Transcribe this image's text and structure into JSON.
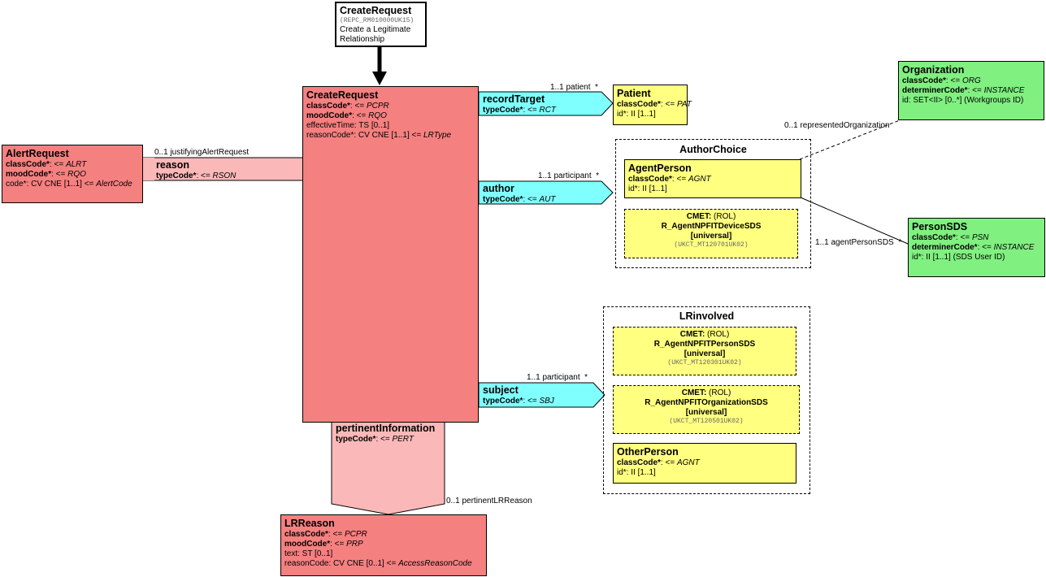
{
  "entry": {
    "title": "CreateRequest",
    "code": "(REPC_RM010000UK15)",
    "desc1": "Create a Legitimate",
    "desc2": "Relationship"
  },
  "create": {
    "title": "CreateRequest",
    "l1a": "classCode*",
    "l1b": ": <= ",
    "l1c": "PCPR",
    "l2a": "moodCode*",
    "l2b": ": <= ",
    "l2c": "RQO",
    "l3": "effectiveTime: TS [0..1]",
    "l4a": "reasonCode*: CV CNE [1..1] <= ",
    "l4b": "LRType"
  },
  "alert": {
    "title": "AlertRequest",
    "l1a": "classCode*",
    "l1b": ": <= ",
    "l1c": "ALRT",
    "l2a": "moodCode*",
    "l2b": ": <= ",
    "l2c": "RQO",
    "l3a": "code*: CV CNE [1..1] <= ",
    "l3b": "AlertCode"
  },
  "reason": {
    "title": "reason",
    "l1a": "typeCode*",
    "l1b": ": <= ",
    "l1c": "RSON",
    "assoc": "0..1 justifyingAlertRequest"
  },
  "recordTarget": {
    "title": "recordTarget",
    "l1a": "typeCode*",
    "l1b": ": <= ",
    "l1c": "RCT",
    "assoc": "1..1 patient",
    "star": "*"
  },
  "patient": {
    "title": "Patient",
    "l1a": "classCode*",
    "l1b": ": <= ",
    "l1c": "PAT",
    "l2": "id*: II [1..1]"
  },
  "author": {
    "title": "author",
    "l1a": "typeCode*",
    "l1b": ": <= ",
    "l1c": "AUT",
    "assoc": "1..1 participant",
    "star": "*"
  },
  "authorChoice": {
    "title": "AuthorChoice"
  },
  "agentPerson": {
    "title": "AgentPerson",
    "l1a": "classCode*",
    "l1b": ": <= ",
    "l1c": "AGNT",
    "l2": "id*: II [1..1]"
  },
  "cmetDevice": {
    "l1a": "CMET:",
    "l1b": " (ROL)",
    "l2": "R_AgentNPFITDeviceSDS",
    "l3": "[universal]",
    "code": "(UKCT_MT120701UK02)"
  },
  "organization": {
    "title": "Organization",
    "l1a": "classCode*",
    "l1b": ": <= ",
    "l1c": "ORG",
    "l2a": "determinerCode*",
    "l2b": ": <= ",
    "l2c": "INSTANCE",
    "l3": "id: SET<II> [0..*] (Workgroups ID)",
    "assoc": "0..1 representedOrganization"
  },
  "personSDS": {
    "title": "PersonSDS",
    "l1a": "classCode*",
    "l1b": ": <= ",
    "l1c": "PSN",
    "l2a": "determinerCode*",
    "l2b": ": <= ",
    "l2c": "INSTANCE",
    "l3": "id*: II [1..1] (SDS User ID)",
    "assoc": "1..1 agentPersonSDS",
    "star": "*"
  },
  "subject": {
    "title": "subject",
    "l1a": "typeCode*",
    "l1b": ": <= ",
    "l1c": "SBJ",
    "assoc": "1..1 participant",
    "star": "*"
  },
  "lrInvolved": {
    "title": "LRinvolved"
  },
  "cmetPerson": {
    "l1a": "CMET:",
    "l1b": " (ROL)",
    "l2": "R_AgentNPFITPersonSDS",
    "l3": "[universal]",
    "code": "(UKCT_MT120301UK02)"
  },
  "cmetOrg": {
    "l1a": "CMET:",
    "l1b": " (ROL)",
    "l2": "R_AgentNPFITOrganizationSDS",
    "l3": "[universal]",
    "code": "(UKCT_MT120501UK02)"
  },
  "otherPerson": {
    "title": "OtherPerson",
    "l1a": "classCode*",
    "l1b": ": <= ",
    "l1c": "AGNT",
    "l2": "id*: II [1..1]"
  },
  "pertinent": {
    "title": "pertinentInformation",
    "l1a": "typeCode*",
    "l1b": ": <= ",
    "l1c": "PERT",
    "assoc": "0..1 pertinentLRReason"
  },
  "lrReason": {
    "title": "LRReason",
    "l1a": "classCode*",
    "l1b": ": <= ",
    "l1c": "PCPR",
    "l2a": "moodCode*",
    "l2b": ": <= ",
    "l2c": "PRP",
    "l3": "text: ST [0..1]",
    "l4a": "reasonCode: CV CNE [0..1] <= ",
    "l4b": "AccessReasonCode"
  },
  "colors": {
    "act": "#f58080",
    "actRelationship": "#fbb8b8",
    "role": "#ffff80",
    "entity": "#80f080",
    "participation": "#80ffff"
  }
}
